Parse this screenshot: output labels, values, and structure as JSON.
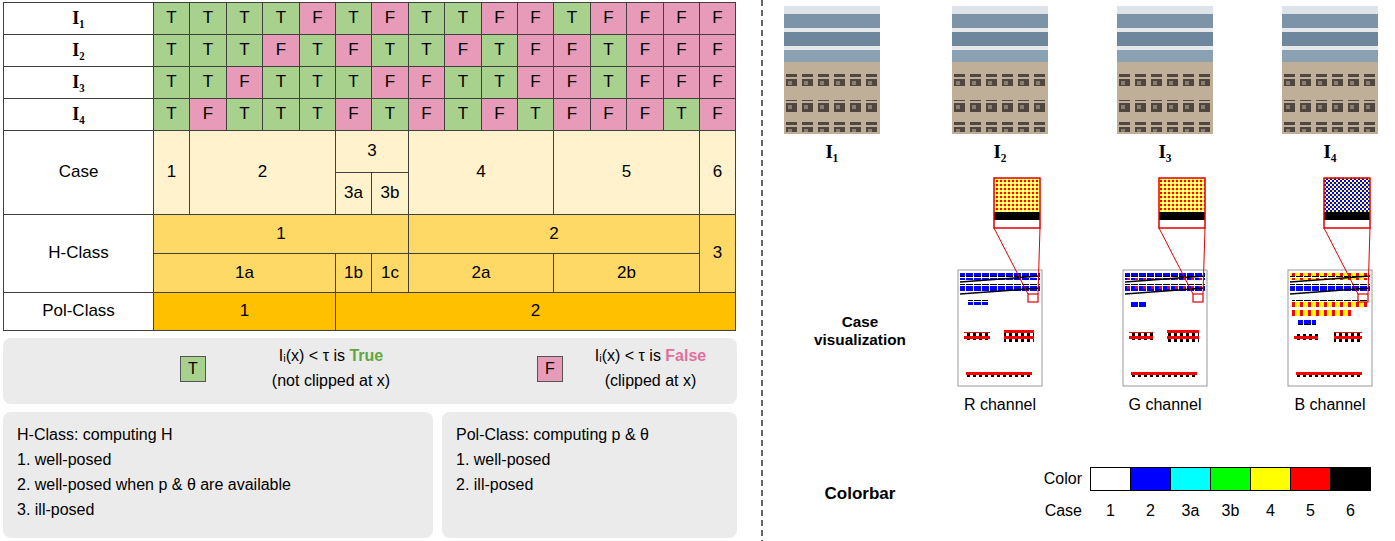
{
  "diagram": {
    "nodes": [
      {
        "text": [
          "T",
          "Iᵢ(x) < τ is True",
          "(not clipped at x)"
        ]
      },
      {
        "text": [
          "F",
          "Iᵢ(x) < τ is False",
          "(clipped at x)"
        ]
      },
      {
        "text": [
          "H-Class: computing H",
          "1. well-posed",
          "2. well-posed when p & θ are available",
          "3. ill-posed"
        ]
      },
      {
        "text": [
          "Pol-Class: computing p & θ",
          "1. well-posed",
          "2. ill-posed"
        ]
      }
    ],
    "labels": [
      "I₁",
      "T",
      "T",
      "T",
      "T",
      "F",
      "T",
      "F",
      "T",
      "T",
      "F",
      "F",
      "T",
      "F",
      "F",
      "F",
      "F",
      "I₂",
      "T",
      "T",
      "T",
      "F",
      "T",
      "F",
      "T",
      "T",
      "F",
      "T",
      "F",
      "F",
      "T",
      "F",
      "F",
      "F",
      "I₃",
      "T",
      "T",
      "F",
      "T",
      "T",
      "T",
      "F",
      "F",
      "T",
      "T",
      "F",
      "F",
      "T",
      "F",
      "F",
      "F",
      "I₄",
      "T",
      "F",
      "T",
      "T",
      "T",
      "F",
      "T",
      "F",
      "T",
      "F",
      "T",
      "F",
      "F",
      "F",
      "T",
      "F",
      "Case",
      "1",
      "2",
      "3",
      "3a",
      "3b",
      "4",
      "5",
      "6",
      "H-Class",
      "1",
      "2",
      "3",
      "1a",
      "1b",
      "1c",
      "2a",
      "2b",
      "Pol-Class",
      "1",
      "2",
      "I₁",
      "I₂",
      "I₃",
      "I₄",
      "Case visualization",
      "R channel",
      "G channel",
      "B channel",
      "Colorbar",
      "Color",
      "Case"
    ],
    "legend": [
      {
        "text": "1",
        "color": "#ffffff"
      },
      {
        "text": "2",
        "color": "#0000ff"
      },
      {
        "text": "3a",
        "color": "#00ffff"
      },
      {
        "text": "3b",
        "color": "#00ff00"
      },
      {
        "text": "4",
        "color": "#ffff00"
      },
      {
        "text": "5",
        "color": "#ff0000"
      },
      {
        "text": "6",
        "color": "#000000"
      }
    ]
  }
}
